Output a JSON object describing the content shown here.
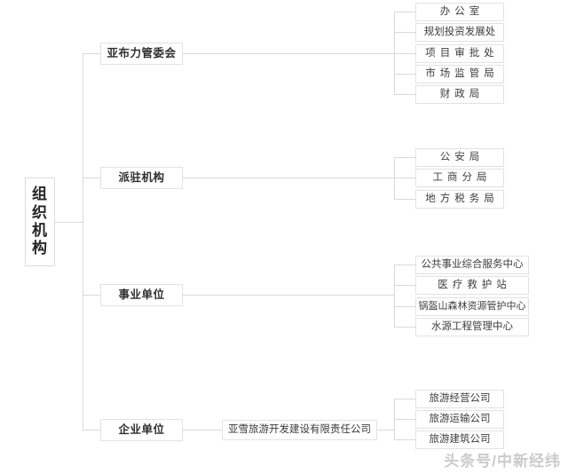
{
  "diagram": {
    "title": "组织机构",
    "root": {
      "label": "组织机构",
      "chars": [
        "组",
        "织",
        "机",
        "构"
      ]
    },
    "branches": [
      {
        "label": "亚布力管委会",
        "children": [
          {
            "label": "办公室",
            "spaced": true
          },
          {
            "label": "规划投资发展处",
            "spaced": false
          },
          {
            "label": "项目审批处",
            "spaced": true
          },
          {
            "label": "市场监管局",
            "spaced": true
          },
          {
            "label": "财政局",
            "spaced": true
          }
        ]
      },
      {
        "label": "派驻机构",
        "children": [
          {
            "label": "公安局",
            "spaced": true
          },
          {
            "label": "工商分局",
            "spaced": true
          },
          {
            "label": "地方税务局",
            "spaced": true
          }
        ]
      },
      {
        "label": "事业单位",
        "children": [
          {
            "label": "公共事业综合服务中心",
            "spaced": false
          },
          {
            "label": "医疗救护站",
            "spaced": true
          },
          {
            "label": "锅盔山森林资源管护中心",
            "spaced": false
          },
          {
            "label": "水源工程管理中心",
            "spaced": false
          }
        ]
      },
      {
        "label": "企业单位",
        "middle": "亚雪旅游开发建设有限责任公司",
        "children": [
          {
            "label": "旅游经营公司",
            "spaced": false
          },
          {
            "label": "旅游运输公司",
            "spaced": false
          },
          {
            "label": "旅游建筑公司",
            "spaced": false
          }
        ]
      }
    ],
    "watermark": "头条号/中新经纬",
    "colors": {
      "line": "#d9d9d9",
      "box_border": "#e2e2e2",
      "text": "#3c3c3c",
      "background": "#ffffff",
      "watermark": "#c9c9c9"
    }
  }
}
